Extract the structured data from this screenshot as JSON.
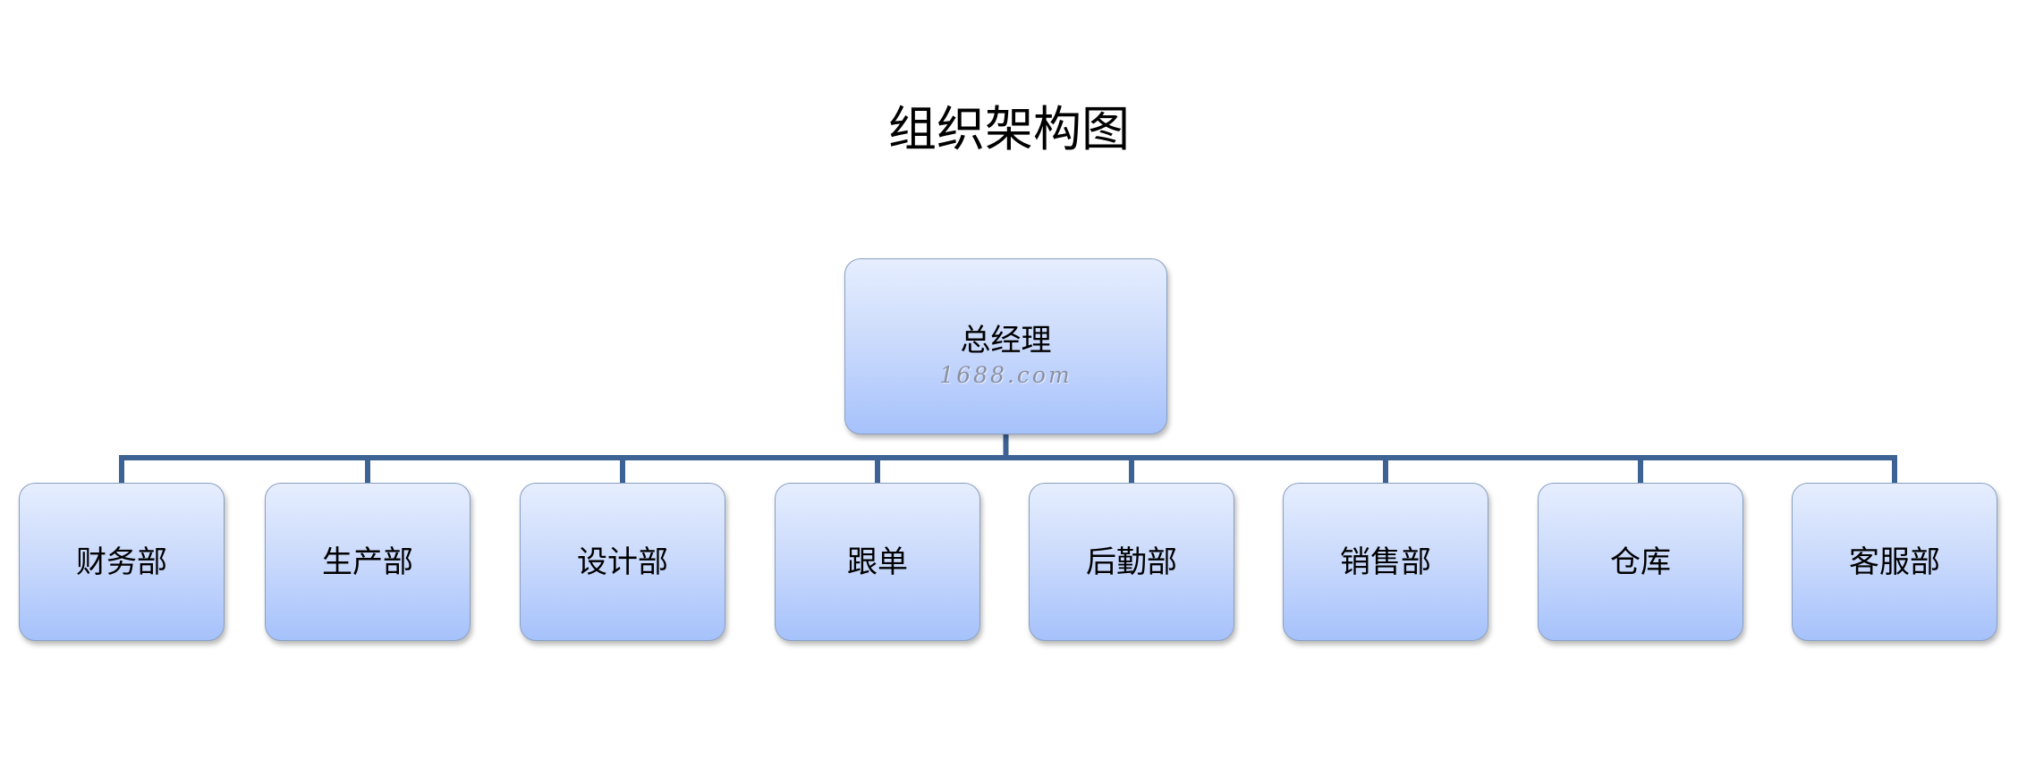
{
  "title": "组织架构图",
  "root": {
    "label": "总经理",
    "watermark": "1688.com"
  },
  "departments": [
    {
      "label": "财务部"
    },
    {
      "label": "生产部"
    },
    {
      "label": "设计部"
    },
    {
      "label": "跟单"
    },
    {
      "label": "后勤部"
    },
    {
      "label": "销售部"
    },
    {
      "label": "仓库"
    },
    {
      "label": "客服部"
    }
  ],
  "colors": {
    "connector": "#3d6394",
    "node_top": "#e6eefe",
    "node_bottom": "#a6c2fb",
    "node_border": "#8a9fc0"
  }
}
